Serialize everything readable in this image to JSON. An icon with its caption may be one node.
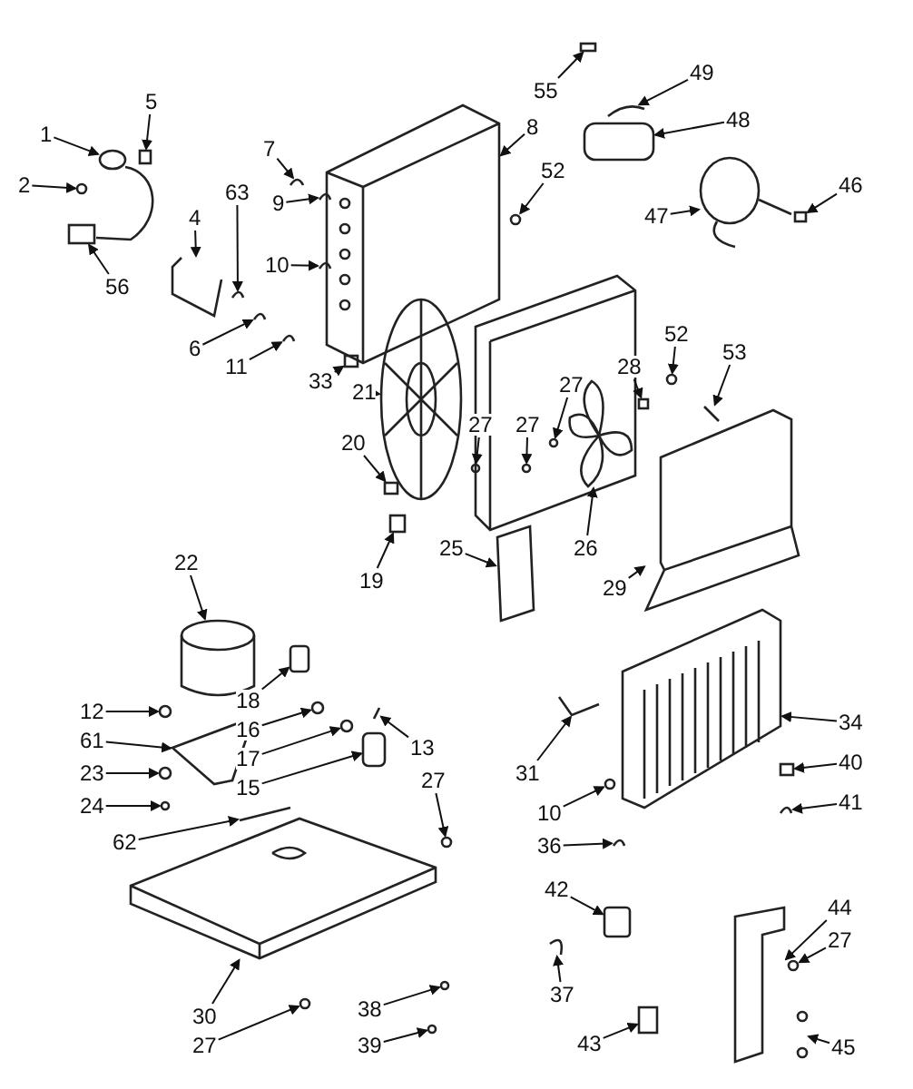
{
  "diagram": {
    "nodes": [
      {
        "text": [
          "1"
        ]
      },
      {
        "text": [
          "5"
        ]
      },
      {
        "text": [
          "2"
        ]
      },
      {
        "text": [
          "56"
        ]
      },
      {
        "text": [
          "7"
        ]
      },
      {
        "text": [
          "8"
        ]
      },
      {
        "text": [
          "55"
        ]
      },
      {
        "text": [
          "49"
        ]
      },
      {
        "text": [
          "48"
        ]
      },
      {
        "text": [
          "63"
        ]
      },
      {
        "text": [
          "4"
        ]
      },
      {
        "text": [
          "9"
        ]
      },
      {
        "text": [
          "10"
        ]
      },
      {
        "text": [
          "52"
        ]
      },
      {
        "text": [
          "47"
        ]
      },
      {
        "text": [
          "46"
        ]
      },
      {
        "text": [
          "6"
        ]
      },
      {
        "text": [
          "11"
        ]
      },
      {
        "text": [
          "33"
        ]
      },
      {
        "text": [
          "21"
        ]
      },
      {
        "text": [
          "52"
        ]
      },
      {
        "text": [
          "53"
        ]
      },
      {
        "text": [
          "27"
        ]
      },
      {
        "text": [
          "27"
        ]
      },
      {
        "text": [
          "27"
        ]
      },
      {
        "text": [
          "28"
        ]
      },
      {
        "text": [
          "20"
        ]
      },
      {
        "text": [
          "26"
        ]
      },
      {
        "text": [
          "25"
        ]
      },
      {
        "text": [
          "29"
        ]
      },
      {
        "text": [
          "19"
        ]
      },
      {
        "text": [
          "22"
        ]
      },
      {
        "text": [
          "18"
        ]
      },
      {
        "text": [
          "16"
        ]
      },
      {
        "text": [
          "17"
        ]
      },
      {
        "text": [
          "15"
        ]
      },
      {
        "text": [
          "13"
        ]
      },
      {
        "text": [
          "12"
        ]
      },
      {
        "text": [
          "61"
        ]
      },
      {
        "text": [
          "23"
        ]
      },
      {
        "text": [
          "24"
        ]
      },
      {
        "text": [
          "31"
        ]
      },
      {
        "text": [
          "10"
        ]
      },
      {
        "text": [
          "36"
        ]
      },
      {
        "text": [
          "34"
        ]
      },
      {
        "text": [
          "40"
        ]
      },
      {
        "text": [
          "41"
        ]
      },
      {
        "text": [
          "62"
        ]
      },
      {
        "text": [
          "27"
        ]
      },
      {
        "text": [
          "42"
        ]
      },
      {
        "text": [
          "44"
        ]
      },
      {
        "text": [
          "27"
        ]
      },
      {
        "text": [
          "37"
        ]
      },
      {
        "text": [
          "30"
        ]
      },
      {
        "text": [
          "27"
        ]
      },
      {
        "text": [
          "38"
        ]
      },
      {
        "text": [
          "39"
        ]
      },
      {
        "text": [
          "43"
        ]
      },
      {
        "text": [
          "45"
        ]
      },
      {
        "text": [],
        "shape": "circle"
      },
      {
        "text": [],
        "shape": "box"
      },
      {
        "text": [],
        "shape": "circle"
      },
      {
        "text": [],
        "shape": "box"
      },
      {
        "text": [],
        "shape": "picture"
      },
      {
        "text": [],
        "shape": "picture"
      },
      {
        "text": [],
        "shape": "box"
      },
      {
        "text": [],
        "shape": "picture"
      },
      {
        "text": [],
        "shape": "box"
      },
      {
        "text": [],
        "shape": "picture"
      },
      {
        "text": [],
        "shape": "picture"
      },
      {
        "text": [],
        "shape": "picture"
      },
      {
        "text": [],
        "shape": "picture"
      },
      {
        "text": [],
        "shape": "circle"
      },
      {
        "text": [],
        "shape": "picture"
      },
      {
        "text": [],
        "shape": "box"
      },
      {
        "text": [],
        "shape": "picture"
      },
      {
        "text": [],
        "shape": "picture"
      },
      {
        "text": [],
        "shape": "box"
      },
      {
        "text": [],
        "shape": "picture"
      },
      {
        "text": [],
        "shape": "circle"
      },
      {
        "text": [],
        "shape": "picture"
      },
      {
        "text": [],
        "shape": "circle"
      },
      {
        "text": [],
        "shape": "circle"
      },
      {
        "text": [],
        "shape": "circle"
      },
      {
        "text": [],
        "shape": "box"
      },
      {
        "text": [],
        "shape": "box"
      },
      {
        "text": [],
        "shape": "picture"
      },
      {
        "text": [],
        "shape": "picture"
      },
      {
        "text": [],
        "shape": "picture"
      },
      {
        "text": [],
        "shape": "box"
      },
      {
        "text": [],
        "shape": "picture"
      },
      {
        "text": [],
        "shape": "box"
      },
      {
        "text": [],
        "shape": "circle"
      },
      {
        "text": [],
        "shape": "circle"
      },
      {
        "text": [],
        "shape": "box"
      },
      {
        "text": [],
        "shape": "picture"
      },
      {
        "text": [],
        "shape": "circle"
      },
      {
        "text": [],
        "shape": "picture"
      },
      {
        "text": [],
        "shape": "circle"
      },
      {
        "text": [],
        "shape": "circle"
      },
      {
        "text": [],
        "shape": "picture"
      },
      {
        "text": [],
        "shape": "circle"
      },
      {
        "text": [],
        "shape": "picture"
      },
      {
        "text": [],
        "shape": "picture"
      },
      {
        "text": [],
        "shape": "box"
      },
      {
        "text": [],
        "shape": "picture"
      },
      {
        "text": [],
        "shape": "picture"
      },
      {
        "text": [],
        "shape": "circle"
      },
      {
        "text": [],
        "shape": "box"
      },
      {
        "text": [],
        "shape": "picture"
      },
      {
        "text": [],
        "shape": "circle"
      },
      {
        "text": [],
        "shape": "picture"
      },
      {
        "text": [],
        "shape": "picture"
      },
      {
        "text": [],
        "shape": "circle"
      },
      {
        "text": [],
        "shape": "circle"
      },
      {
        "text": [],
        "shape": "circle"
      },
      {
        "text": [],
        "shape": "box"
      },
      {
        "text": [],
        "shape": "picture"
      }
    ],
    "edges": [
      {
        "from": 0,
        "to": 59,
        "arrow": "to"
      },
      {
        "from": 1,
        "to": 60,
        "arrow": "to"
      },
      {
        "from": 2,
        "to": 61,
        "arrow": "to"
      },
      {
        "from": 3,
        "to": 62,
        "arrow": "to"
      },
      {
        "from": 4,
        "to": 63,
        "arrow": "to"
      },
      {
        "from": 5,
        "to": 64,
        "arrow": "to"
      },
      {
        "from": 6,
        "to": 65,
        "arrow": "to"
      },
      {
        "from": 7,
        "to": 66,
        "arrow": "to"
      },
      {
        "from": 8,
        "to": 67,
        "arrow": "to"
      },
      {
        "from": 9,
        "to": 68,
        "arrow": "to"
      },
      {
        "from": 10,
        "to": 69,
        "arrow": "to"
      },
      {
        "from": 11,
        "to": 70,
        "arrow": "to"
      },
      {
        "from": 12,
        "to": 71,
        "arrow": "to"
      },
      {
        "from": 13,
        "to": 72,
        "arrow": "to"
      },
      {
        "from": 14,
        "to": 73,
        "arrow": "to"
      },
      {
        "from": 15,
        "to": 74,
        "arrow": "to"
      },
      {
        "from": 16,
        "to": 75,
        "arrow": "to"
      },
      {
        "from": 17,
        "to": 76,
        "arrow": "to"
      },
      {
        "from": 18,
        "to": 77,
        "arrow": "to"
      },
      {
        "from": 19,
        "to": 78,
        "arrow": "to"
      },
      {
        "from": 20,
        "to": 79,
        "arrow": "to"
      },
      {
        "from": 21,
        "to": 80,
        "arrow": "to"
      },
      {
        "from": 22,
        "to": 81,
        "arrow": "to"
      },
      {
        "from": 23,
        "to": 82,
        "arrow": "to"
      },
      {
        "from": 24,
        "to": 83,
        "arrow": "to"
      },
      {
        "from": 25,
        "to": 84,
        "arrow": "to"
      },
      {
        "from": 26,
        "to": 85,
        "arrow": "to"
      },
      {
        "from": 27,
        "to": 86,
        "arrow": "to"
      },
      {
        "from": 28,
        "to": 87,
        "arrow": "to"
      },
      {
        "from": 29,
        "to": 88,
        "arrow": "to"
      },
      {
        "from": 30,
        "to": 89,
        "arrow": "to"
      },
      {
        "from": 31,
        "to": 90,
        "arrow": "to"
      },
      {
        "from": 32,
        "to": 91,
        "arrow": "to"
      },
      {
        "from": 33,
        "to": 92,
        "arrow": "to"
      },
      {
        "from": 34,
        "to": 93,
        "arrow": "to"
      },
      {
        "from": 35,
        "to": 94,
        "arrow": "to"
      },
      {
        "from": 36,
        "to": 95,
        "arrow": "to"
      },
      {
        "from": 37,
        "to": 96,
        "arrow": "to"
      },
      {
        "from": 38,
        "to": 97,
        "arrow": "to"
      },
      {
        "from": 39,
        "to": 98,
        "arrow": "to"
      },
      {
        "from": 40,
        "to": 99,
        "arrow": "to"
      },
      {
        "from": 41,
        "to": 100,
        "arrow": "to"
      },
      {
        "from": 42,
        "to": 101,
        "arrow": "to"
      },
      {
        "from": 43,
        "to": 102,
        "arrow": "to"
      },
      {
        "from": 44,
        "to": 103,
        "arrow": "to"
      },
      {
        "from": 45,
        "to": 104,
        "arrow": "to"
      },
      {
        "from": 46,
        "to": 105,
        "arrow": "to"
      },
      {
        "from": 47,
        "to": 106,
        "arrow": "to"
      },
      {
        "from": 48,
        "to": 107,
        "arrow": "to"
      },
      {
        "from": 49,
        "to": 108,
        "arrow": "to"
      },
      {
        "from": 50,
        "to": 109,
        "arrow": "to"
      },
      {
        "from": 51,
        "to": 110,
        "arrow": "to"
      },
      {
        "from": 52,
        "to": 111,
        "arrow": "to"
      },
      {
        "from": 53,
        "to": 112,
        "arrow": "to"
      },
      {
        "from": 54,
        "to": 113,
        "arrow": "to"
      },
      {
        "from": 55,
        "to": 114,
        "arrow": "to"
      },
      {
        "from": 56,
        "to": 115,
        "arrow": "to"
      },
      {
        "from": 57,
        "to": 116,
        "arrow": "to"
      },
      {
        "from": 58,
        "to": 117,
        "arrow": "to"
      }
    ]
  }
}
